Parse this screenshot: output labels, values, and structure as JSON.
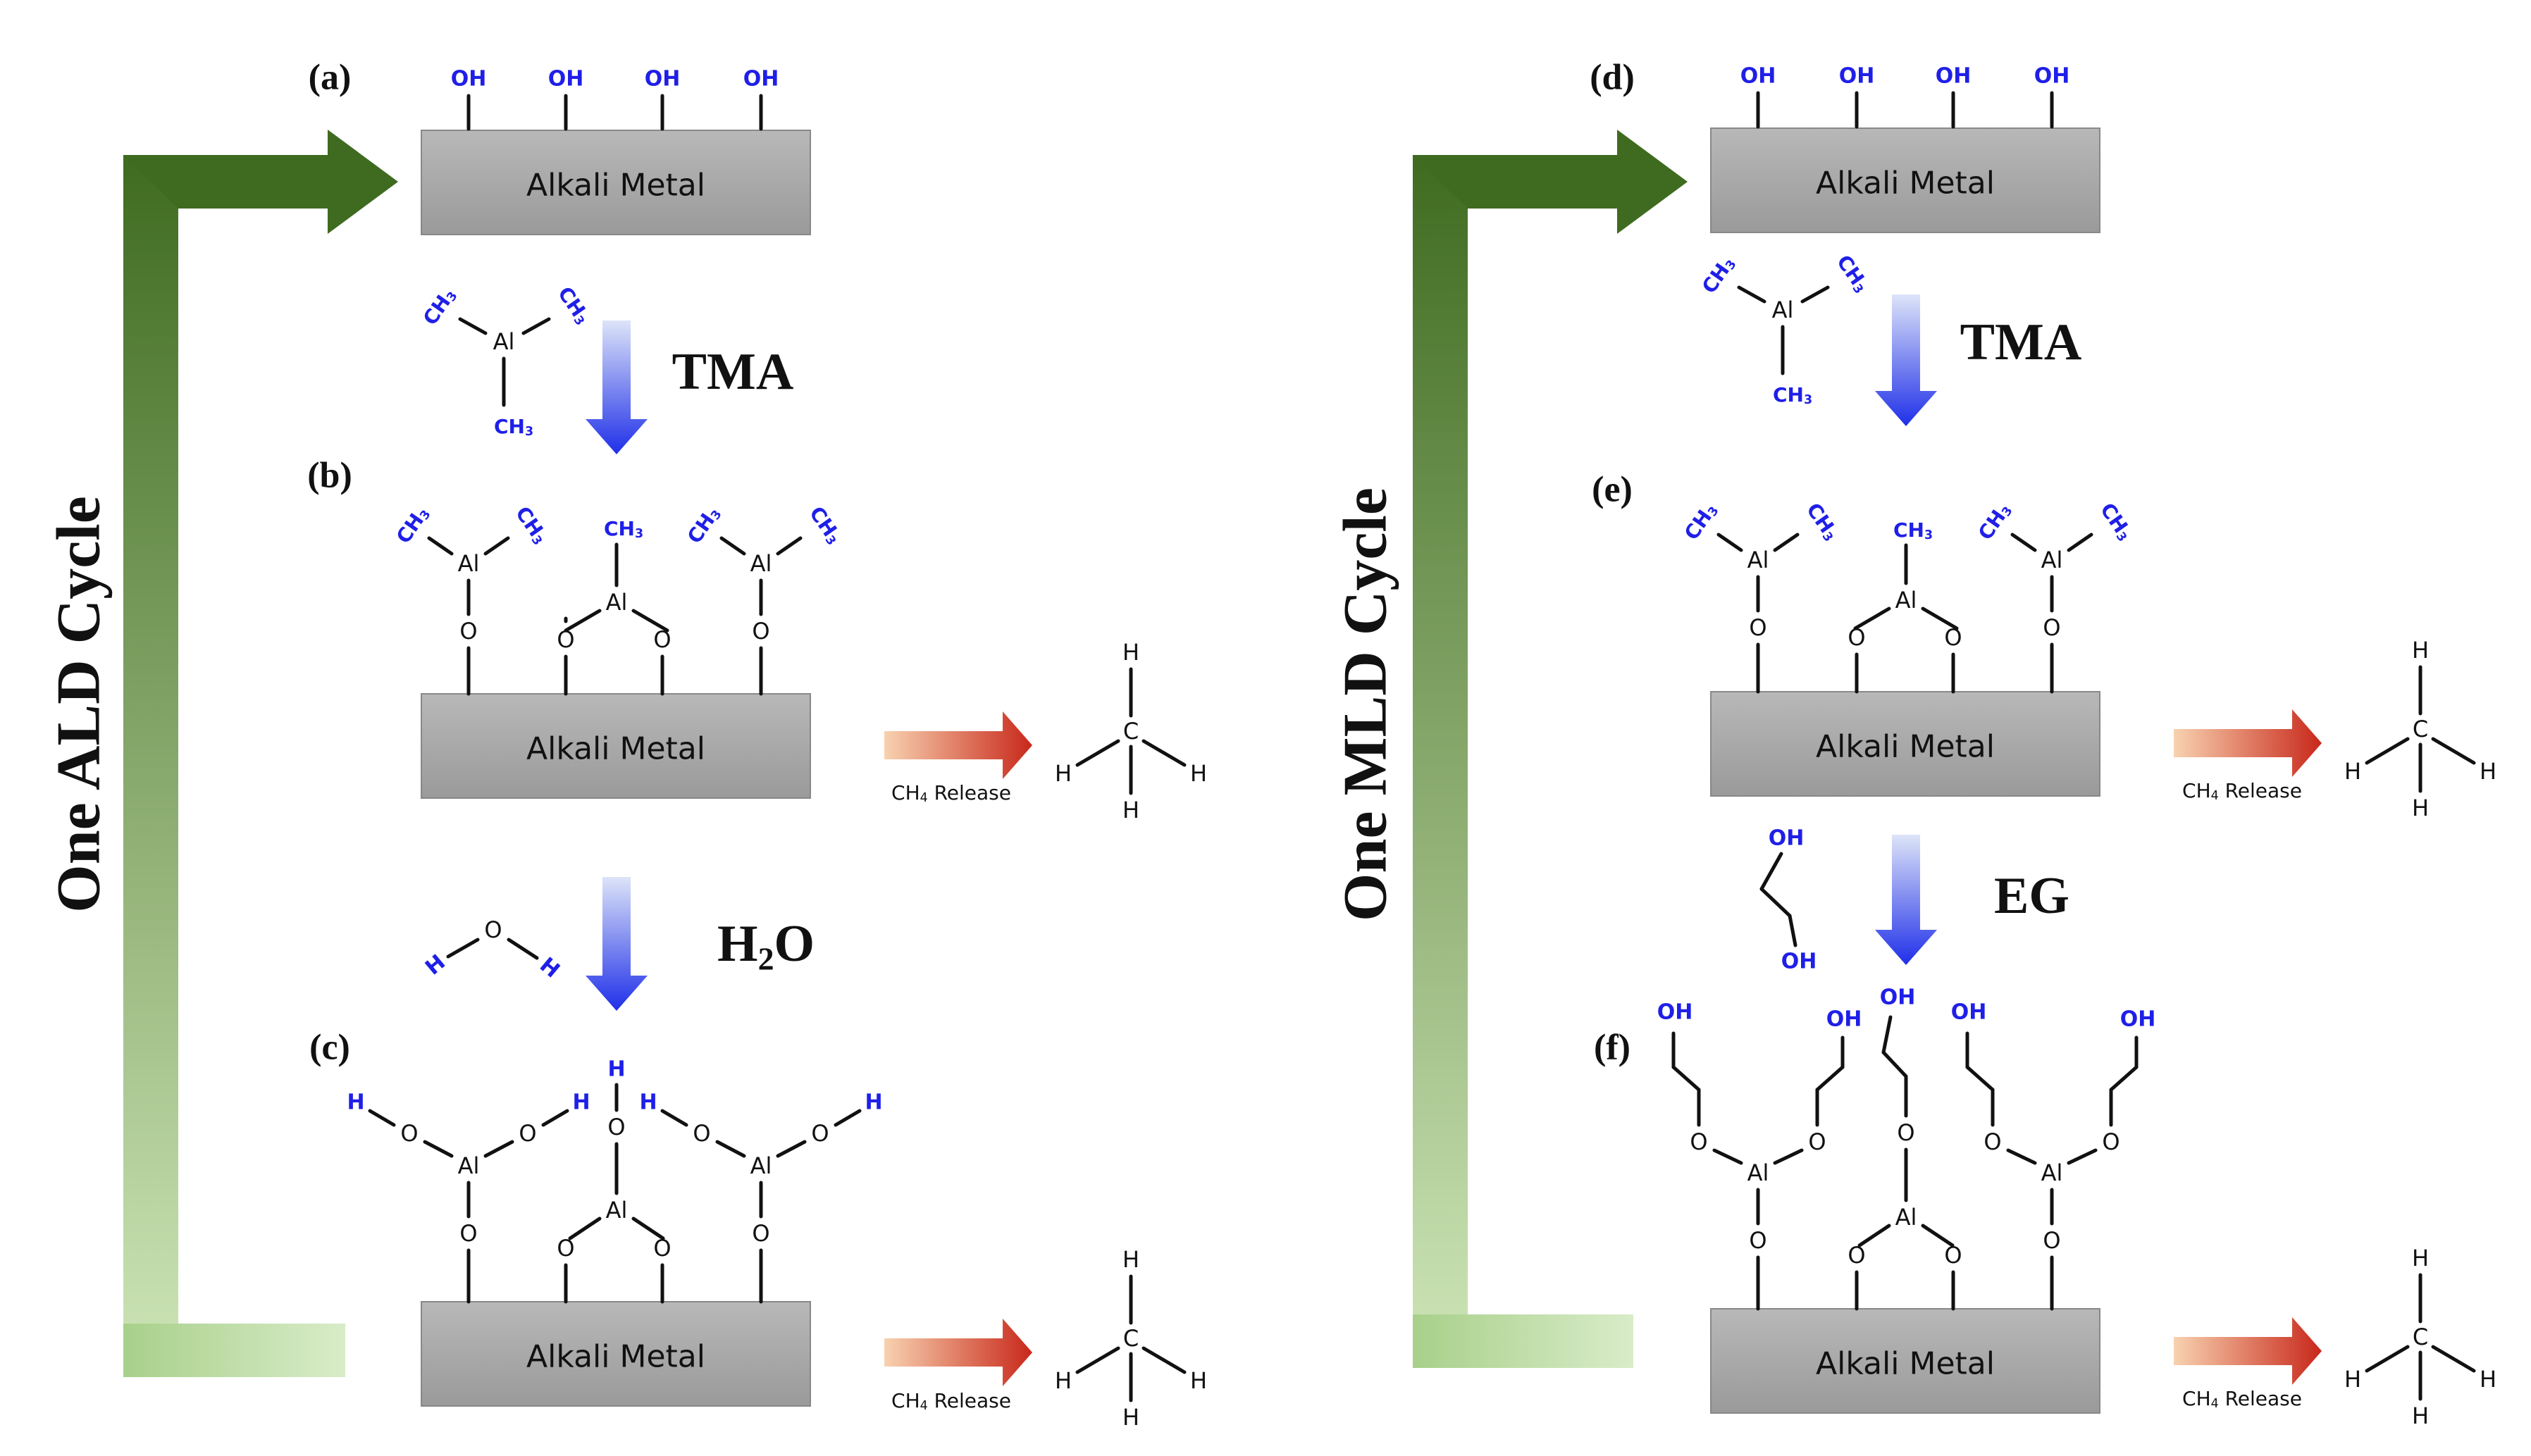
{
  "labels": {
    "a": "(a)",
    "b": "(b)",
    "c": "(c)",
    "d": "(d)",
    "e": "(e)",
    "f": "(f)"
  },
  "cycles": {
    "ald": "One ALD Cycle",
    "mld": "One MLD Cycle"
  },
  "substrate": "Alkali Metal",
  "reagents": {
    "tma": "TMA",
    "h2o_main": "H",
    "h2o_sub": "2",
    "h2o_tail": "O",
    "eg": "EG"
  },
  "release": {
    "text": "CH",
    "sub": "4",
    "tail": " Release"
  },
  "chem": {
    "OH": "OH",
    "CH": "CH",
    "sub3": "3",
    "Al": "Al",
    "O": "O",
    "H": "H",
    "C": "C"
  },
  "colors": {
    "blue": "#1f1fe8",
    "substrate_fill": "#a6a6a6",
    "substrate_text": "#111111",
    "green_dark": "#3f6b20",
    "green_light": "#cfe6b8",
    "red": "#c8281a",
    "orange_light": "#f6c49a"
  }
}
